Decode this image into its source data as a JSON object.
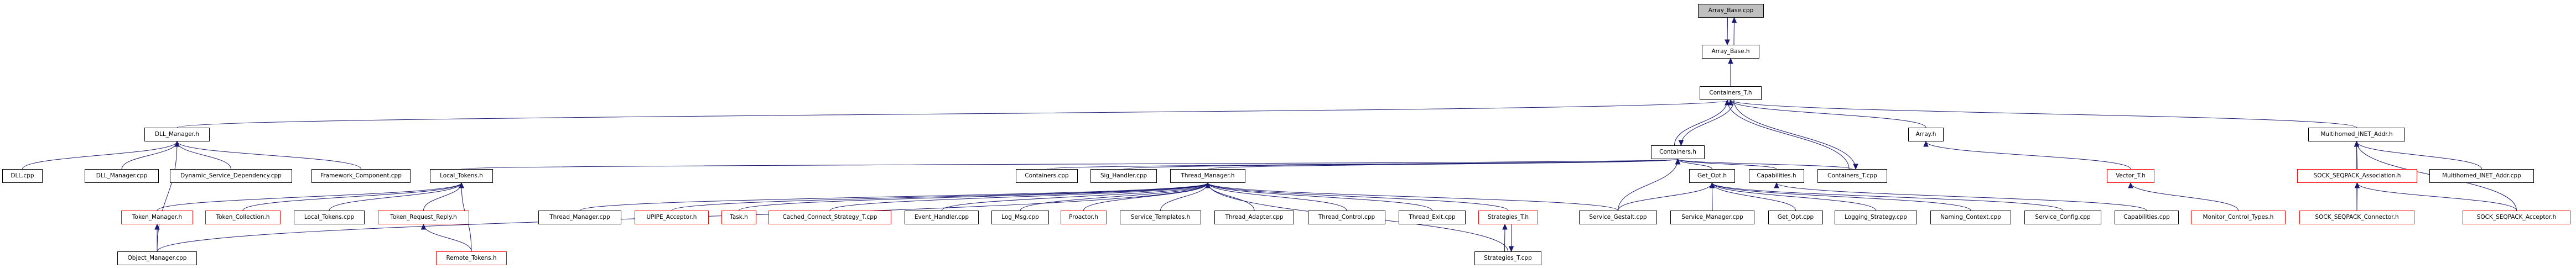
{
  "graph": {
    "title": "Array_Base.cpp include dependency graph",
    "colors": {
      "edge": "#191970",
      "root_fill": "#bfbfbf",
      "normal_border": "#000000",
      "incomplete_border": "#ff0000"
    },
    "nodes": [
      {
        "id": "array_base_cpp",
        "label": "Array_Base.cpp",
        "style": "root"
      },
      {
        "id": "array_base_h",
        "label": "Array_Base.h",
        "style": "normal"
      },
      {
        "id": "containers_t_h",
        "label": "Containers_T.h",
        "style": "normal"
      },
      {
        "id": "dll_manager_h",
        "label": "DLL_Manager.h",
        "style": "normal"
      },
      {
        "id": "containers_h",
        "label": "Containers.h",
        "style": "normal"
      },
      {
        "id": "array_h",
        "label": "Array.h",
        "style": "normal"
      },
      {
        "id": "multihomed_inet_addr_h",
        "label": "Multihomed_INET_Addr.h",
        "style": "normal"
      },
      {
        "id": "dll_cpp",
        "label": "DLL.cpp",
        "style": "normal"
      },
      {
        "id": "dll_manager_cpp",
        "label": "DLL_Manager.cpp",
        "style": "normal"
      },
      {
        "id": "dynamic_service_dependency_cpp",
        "label": "Dynamic_Service_Dependency.cpp",
        "style": "normal"
      },
      {
        "id": "framework_component_cpp",
        "label": "Framework_Component.cpp",
        "style": "normal"
      },
      {
        "id": "local_tokens_h",
        "label": "Local_Tokens.h",
        "style": "normal"
      },
      {
        "id": "containers_cpp",
        "label": "Containers.cpp",
        "style": "normal"
      },
      {
        "id": "sig_handler_cpp",
        "label": "Sig_Handler.cpp",
        "style": "normal"
      },
      {
        "id": "thread_manager_h",
        "label": "Thread_Manager.h",
        "style": "normal"
      },
      {
        "id": "get_opt_h",
        "label": "Get_Opt.h",
        "style": "normal"
      },
      {
        "id": "capabilities_h",
        "label": "Capabilities.h",
        "style": "normal"
      },
      {
        "id": "containers_t_cpp",
        "label": "Containers_T.cpp",
        "style": "normal"
      },
      {
        "id": "vector_t_h",
        "label": "Vector_T.h",
        "style": "incomplete"
      },
      {
        "id": "sock_seqpack_association_h",
        "label": "SOCK_SEQPACK_Association.h",
        "style": "incomplete"
      },
      {
        "id": "multihomed_inet_addr_cpp",
        "label": "Multihomed_INET_Addr.cpp",
        "style": "normal"
      },
      {
        "id": "token_manager_h",
        "label": "Token_Manager.h",
        "style": "incomplete"
      },
      {
        "id": "token_collection_h",
        "label": "Token_Collection.h",
        "style": "incomplete"
      },
      {
        "id": "local_tokens_cpp",
        "label": "Local_Tokens.cpp",
        "style": "normal"
      },
      {
        "id": "token_request_reply_h",
        "label": "Token_Request_Reply.h",
        "style": "incomplete"
      },
      {
        "id": "thread_manager_cpp",
        "label": "Thread_Manager.cpp",
        "style": "normal"
      },
      {
        "id": "upipe_acceptor_h",
        "label": "UPIPE_Acceptor.h",
        "style": "incomplete"
      },
      {
        "id": "task_h",
        "label": "Task.h",
        "style": "incomplete"
      },
      {
        "id": "cached_connect_strategy_t_cpp",
        "label": "Cached_Connect_Strategy_T.cpp",
        "style": "incomplete"
      },
      {
        "id": "event_handler_cpp",
        "label": "Event_Handler.cpp",
        "style": "normal"
      },
      {
        "id": "log_msg_cpp",
        "label": "Log_Msg.cpp",
        "style": "normal"
      },
      {
        "id": "proactor_h",
        "label": "Proactor.h",
        "style": "incomplete"
      },
      {
        "id": "service_templates_h",
        "label": "Service_Templates.h",
        "style": "normal"
      },
      {
        "id": "thread_adapter_cpp",
        "label": "Thread_Adapter.cpp",
        "style": "normal"
      },
      {
        "id": "thread_control_cpp",
        "label": "Thread_Control.cpp",
        "style": "normal"
      },
      {
        "id": "thread_exit_cpp",
        "label": "Thread_Exit.cpp",
        "style": "normal"
      },
      {
        "id": "strategies_t_h",
        "label": "Strategies_T.h",
        "style": "incomplete"
      },
      {
        "id": "service_gestalt_cpp",
        "label": "Service_Gestalt.cpp",
        "style": "normal"
      },
      {
        "id": "service_manager_cpp",
        "label": "Service_Manager.cpp",
        "style": "normal"
      },
      {
        "id": "get_opt_cpp",
        "label": "Get_Opt.cpp",
        "style": "normal"
      },
      {
        "id": "logging_strategy_cpp",
        "label": "Logging_Strategy.cpp",
        "style": "normal"
      },
      {
        "id": "naming_context_cpp",
        "label": "Naming_Context.cpp",
        "style": "normal"
      },
      {
        "id": "service_config_cpp",
        "label": "Service_Config.cpp",
        "style": "normal"
      },
      {
        "id": "capabilities_cpp",
        "label": "Capabilities.cpp",
        "style": "normal"
      },
      {
        "id": "monitor_control_types_h",
        "label": "Monitor_Control_Types.h",
        "style": "incomplete"
      },
      {
        "id": "sock_seqpack_connector_h",
        "label": "SOCK_SEQPACK_Connector.h",
        "style": "incomplete"
      },
      {
        "id": "sock_seqpack_acceptor_h",
        "label": "SOCK_SEQPACK_Acceptor.h",
        "style": "incomplete"
      },
      {
        "id": "object_manager_cpp",
        "label": "Object_Manager.cpp",
        "style": "normal"
      },
      {
        "id": "remote_tokens_h",
        "label": "Remote_Tokens.h",
        "style": "incomplete"
      },
      {
        "id": "strategies_t_cpp",
        "label": "Strategies_T.cpp",
        "style": "normal"
      }
    ],
    "edges": [
      [
        "array_base_h",
        "array_base_cpp"
      ],
      [
        "array_base_cpp",
        "array_base_h"
      ],
      [
        "containers_t_h",
        "array_base_h"
      ],
      [
        "dll_manager_h",
        "containers_t_h"
      ],
      [
        "containers_h",
        "containers_t_h"
      ],
      [
        "containers_t_h",
        "containers_h"
      ],
      [
        "containers_t_cpp",
        "containers_t_h"
      ],
      [
        "array_h",
        "containers_t_h"
      ],
      [
        "multihomed_inet_addr_h",
        "containers_t_h"
      ],
      [
        "containers_t_h",
        "containers_t_cpp"
      ],
      [
        "dll_cpp",
        "dll_manager_h"
      ],
      [
        "dll_manager_cpp",
        "dll_manager_h"
      ],
      [
        "dynamic_service_dependency_cpp",
        "dll_manager_h"
      ],
      [
        "framework_component_cpp",
        "dll_manager_h"
      ],
      [
        "object_manager_cpp",
        "dll_manager_h"
      ],
      [
        "local_tokens_h",
        "containers_h"
      ],
      [
        "containers_cpp",
        "containers_h"
      ],
      [
        "sig_handler_cpp",
        "containers_h"
      ],
      [
        "thread_manager_h",
        "containers_h"
      ],
      [
        "get_opt_h",
        "containers_h"
      ],
      [
        "capabilities_h",
        "containers_h"
      ],
      [
        "containers_t_cpp",
        "containers_h"
      ],
      [
        "service_gestalt_cpp",
        "containers_h"
      ],
      [
        "vector_t_h",
        "array_h"
      ],
      [
        "sock_seqpack_association_h",
        "multihomed_inet_addr_h"
      ],
      [
        "multihomed_inet_addr_cpp",
        "multihomed_inet_addr_h"
      ],
      [
        "sock_seqpack_connector_h",
        "multihomed_inet_addr_h"
      ],
      [
        "sock_seqpack_acceptor_h",
        "multihomed_inet_addr_h"
      ],
      [
        "token_manager_h",
        "local_tokens_h"
      ],
      [
        "token_collection_h",
        "local_tokens_h"
      ],
      [
        "local_tokens_cpp",
        "local_tokens_h"
      ],
      [
        "token_request_reply_h",
        "local_tokens_h"
      ],
      [
        "remote_tokens_h",
        "local_tokens_h"
      ],
      [
        "thread_manager_cpp",
        "thread_manager_h"
      ],
      [
        "upipe_acceptor_h",
        "thread_manager_h"
      ],
      [
        "task_h",
        "thread_manager_h"
      ],
      [
        "cached_connect_strategy_t_cpp",
        "thread_manager_h"
      ],
      [
        "event_handler_cpp",
        "thread_manager_h"
      ],
      [
        "log_msg_cpp",
        "thread_manager_h"
      ],
      [
        "proactor_h",
        "thread_manager_h"
      ],
      [
        "service_templates_h",
        "thread_manager_h"
      ],
      [
        "thread_adapter_cpp",
        "thread_manager_h"
      ],
      [
        "thread_control_cpp",
        "thread_manager_h"
      ],
      [
        "thread_exit_cpp",
        "thread_manager_h"
      ],
      [
        "strategies_t_h",
        "thread_manager_h"
      ],
      [
        "strategies_t_cpp",
        "thread_manager_h"
      ],
      [
        "service_gestalt_cpp",
        "thread_manager_h"
      ],
      [
        "object_manager_cpp",
        "thread_manager_h"
      ],
      [
        "service_gestalt_cpp",
        "get_opt_h"
      ],
      [
        "service_manager_cpp",
        "get_opt_h"
      ],
      [
        "get_opt_cpp",
        "get_opt_h"
      ],
      [
        "logging_strategy_cpp",
        "get_opt_h"
      ],
      [
        "naming_context_cpp",
        "get_opt_h"
      ],
      [
        "service_config_cpp",
        "get_opt_h"
      ],
      [
        "capabilities_cpp",
        "capabilities_h"
      ],
      [
        "monitor_control_types_h",
        "vector_t_h"
      ],
      [
        "sock_seqpack_connector_h",
        "sock_seqpack_association_h"
      ],
      [
        "sock_seqpack_acceptor_h",
        "sock_seqpack_association_h"
      ],
      [
        "object_manager_cpp",
        "token_manager_h"
      ],
      [
        "remote_tokens_h",
        "token_request_reply_h"
      ],
      [
        "strategies_t_cpp",
        "strategies_t_h"
      ],
      [
        "strategies_t_h",
        "strategies_t_cpp"
      ]
    ]
  }
}
